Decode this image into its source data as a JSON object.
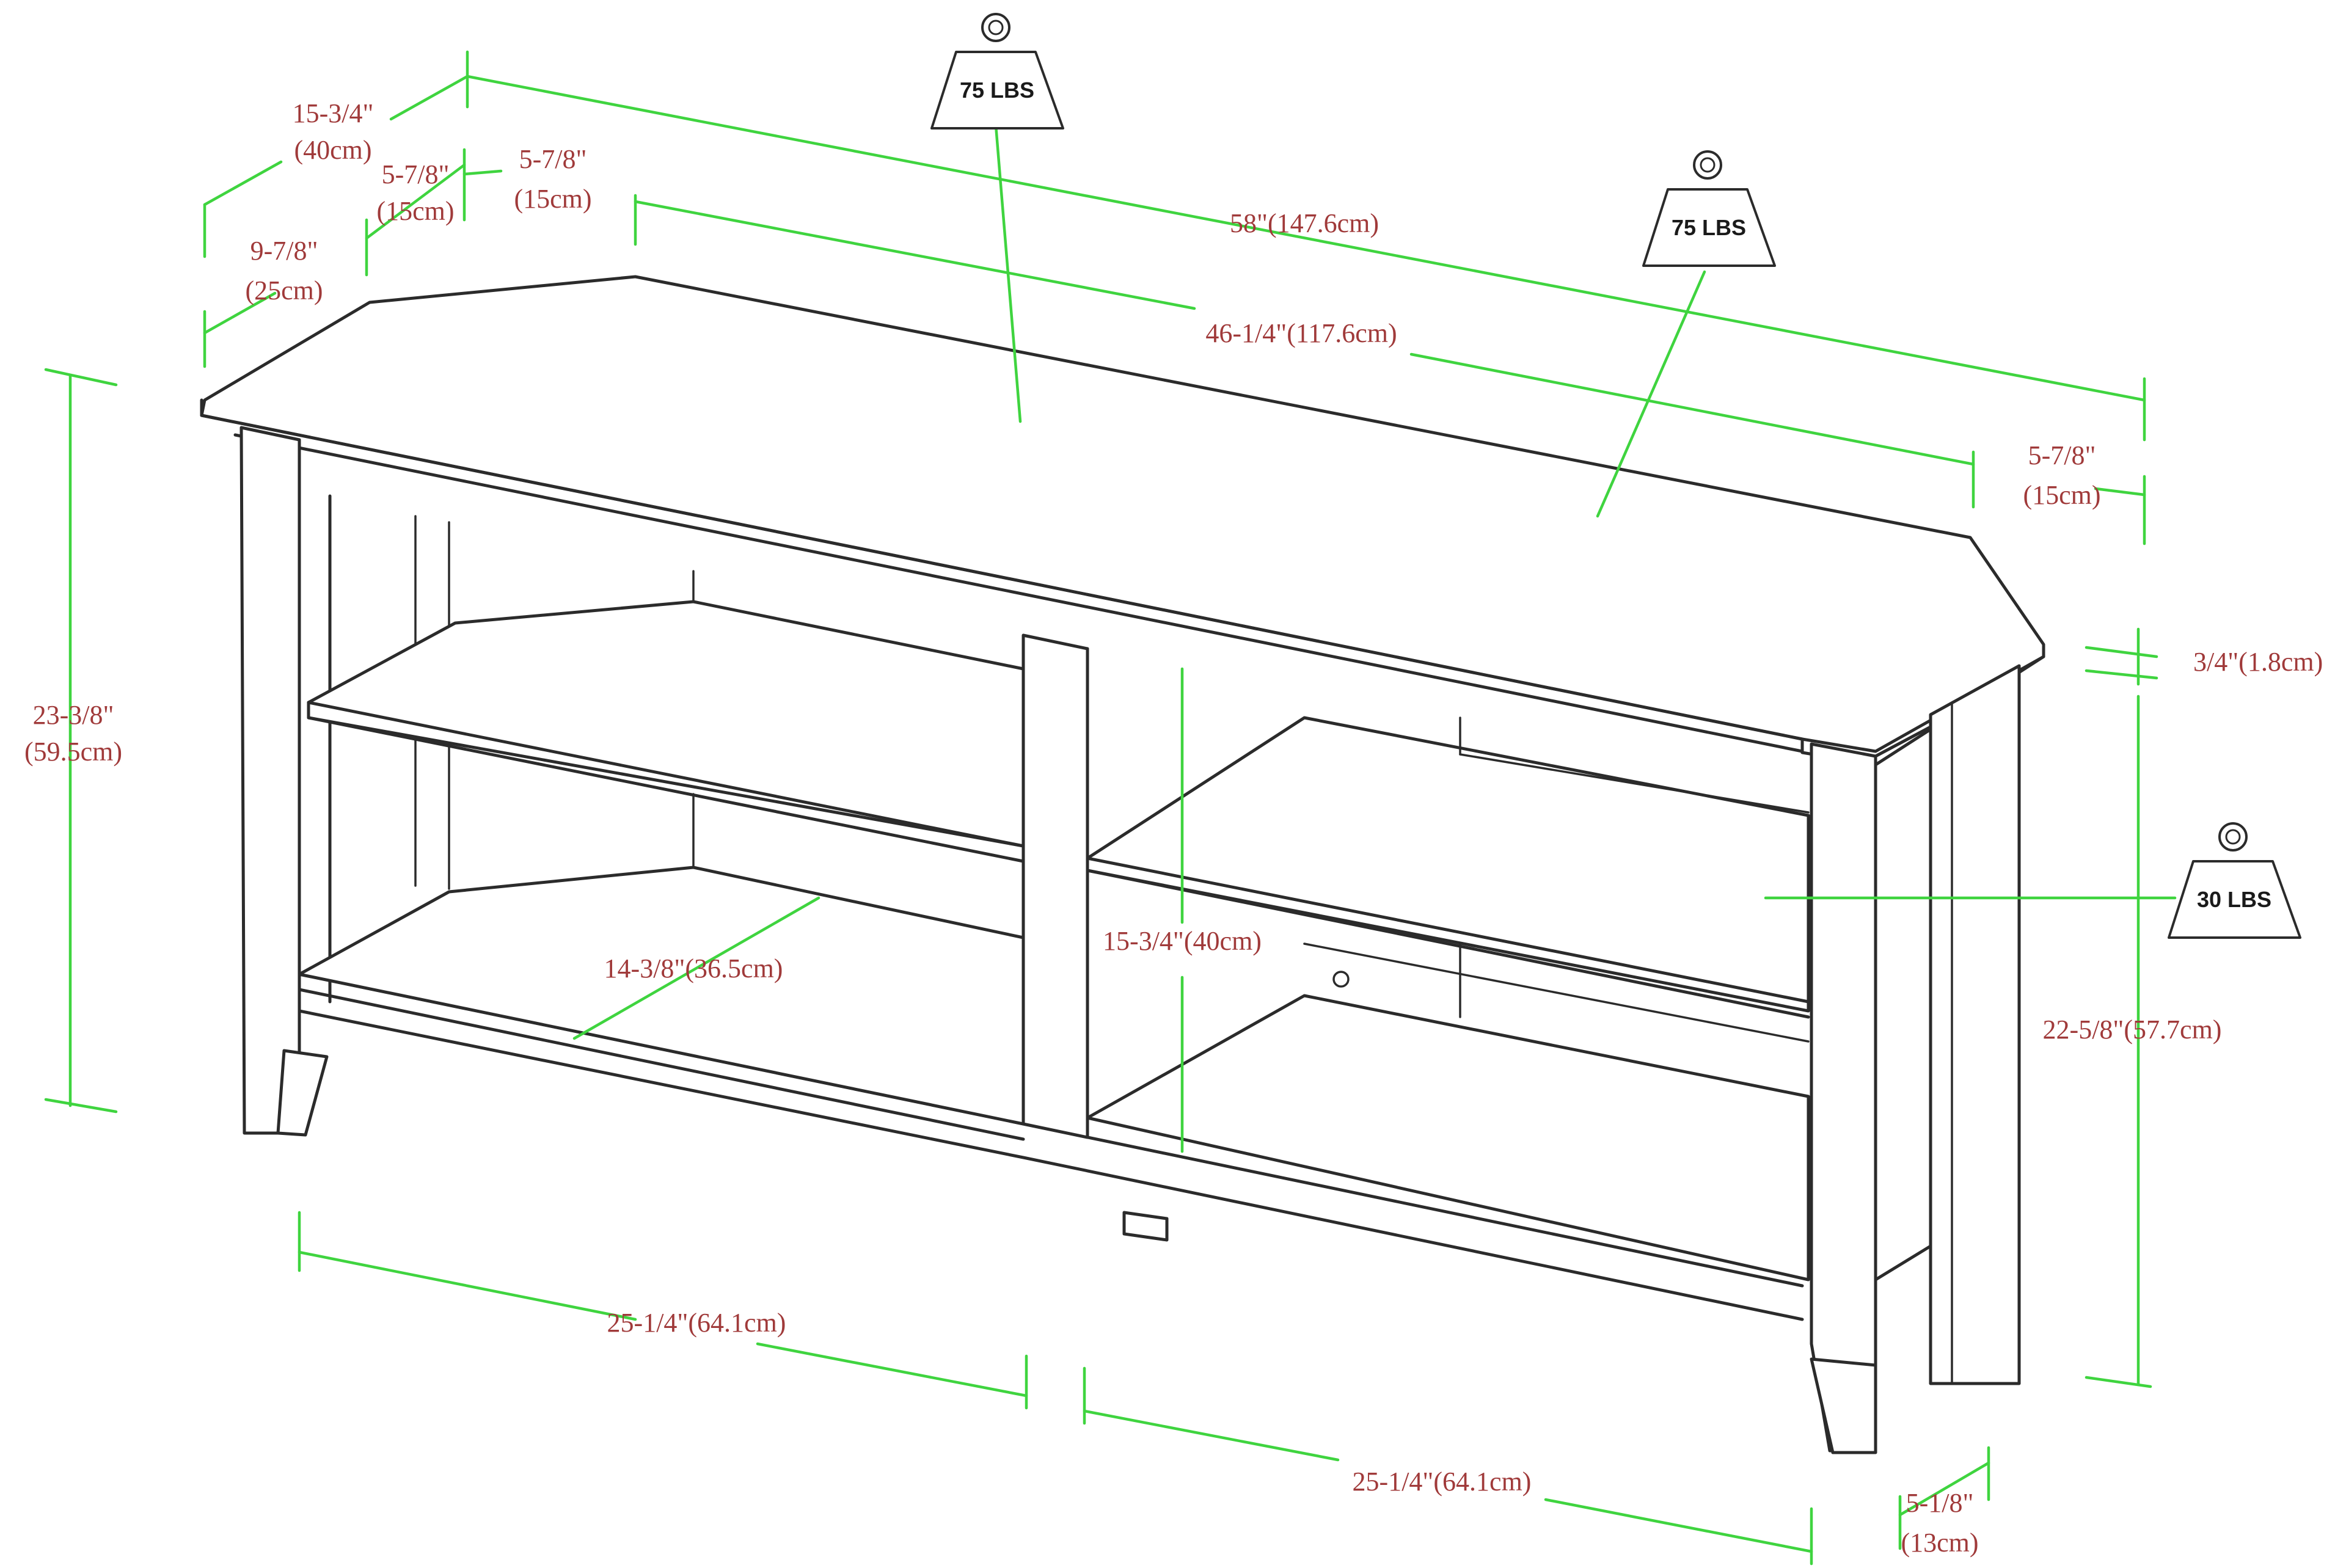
{
  "weights": {
    "top_left": "75 LBS",
    "top_right": "75 LBS",
    "shelf": "30 LBS"
  },
  "dimensions": {
    "depth_total_in": "15-3/4\"",
    "depth_total_cm": "(40cm)",
    "corner_side_in": "5-7/8\"",
    "corner_side_cm": "(15cm)",
    "corner_back_in": "5-7/8\"",
    "corner_back_cm": "(15cm)",
    "side_depth_in": "9-7/8\"",
    "side_depth_cm": "(25cm)",
    "total_width": "58\"(147.6cm)",
    "back_width": "46-1/4\"(117.6cm)",
    "right_corner_in": "5-7/8\"",
    "right_corner_cm": "(15cm)",
    "top_thickness": "3/4\"(1.8cm)",
    "height_total_in": "23-3/8\"",
    "height_total_cm": "(59.5cm)",
    "shelf_depth": "14-3/8\"(36.5cm)",
    "opening_height": "15-3/4\"(40cm)",
    "leg_height": "22-5/8\"(57.7cm)",
    "left_opening_width": "25-1/4\"(64.1cm)",
    "right_opening_width": "25-1/4\"(64.1cm)",
    "leg_width_in": "5-1/8\"",
    "leg_width_cm": "(13cm)"
  }
}
